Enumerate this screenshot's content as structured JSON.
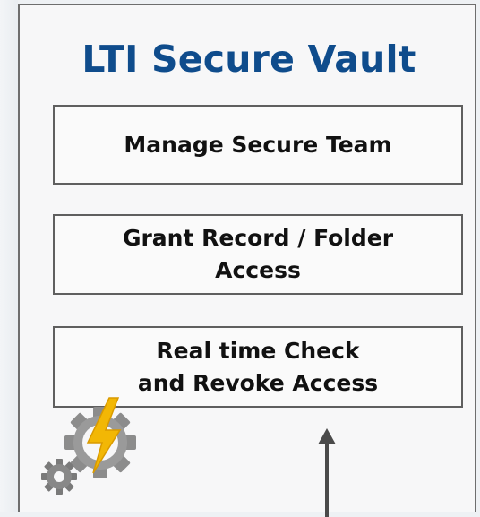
{
  "title": "LTI Secure Vault",
  "steps": [
    {
      "label": "Manage Secure Team"
    },
    {
      "label": "Grant Record / Folder\nAccess"
    },
    {
      "label": "Real time Check\nand Revoke Access"
    }
  ],
  "colors": {
    "title": "#0f4c8c",
    "border": "#5f5f5f",
    "gear": "#8a8a8a",
    "bolt": "#f2b705"
  },
  "icons": [
    "settings-lightning-icon",
    "arrow-up-icon"
  ]
}
